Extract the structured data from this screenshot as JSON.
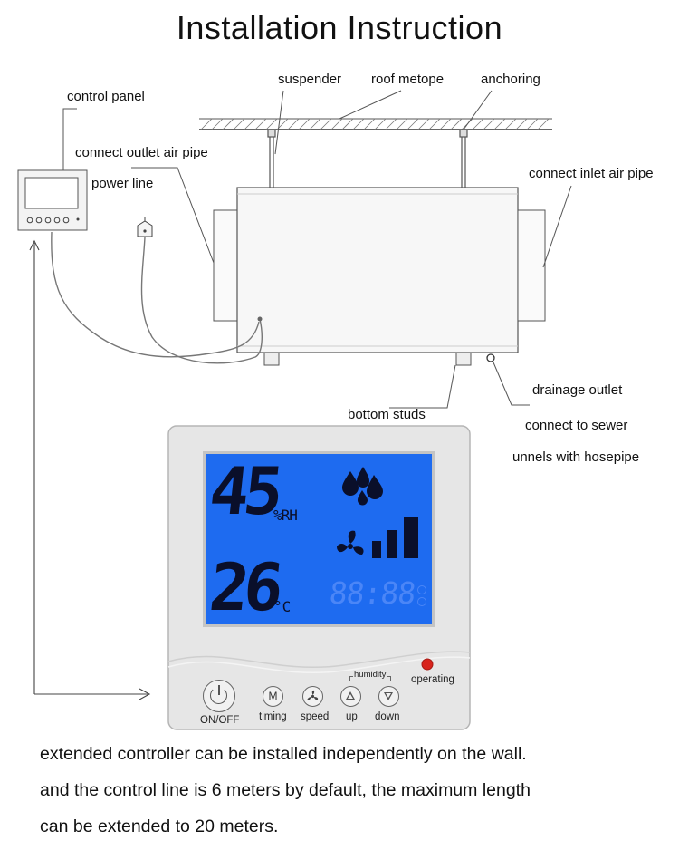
{
  "title": "Installation Instruction",
  "labels": {
    "control_panel": "control panel",
    "connect_outlet_air_pipe": "connect outlet air pipe",
    "power_line": "power line",
    "suspender": "suspender",
    "roof_metope": "roof metope",
    "anchoring": "anchoring",
    "connect_inlet_air_pipe": "connect inlet air pipe",
    "drainage_outlet": "drainage outlet",
    "connect_to_sewer": "connect to sewer",
    "unnels_with_hosepipe": "unnels with hosepipe",
    "bottom_studs": "bottom studs"
  },
  "display": {
    "humidity_value": "45",
    "humidity_unit": "%RH",
    "temperature_value": "26",
    "temperature_unit": "°C",
    "timer_placeholder": "88:88"
  },
  "buttons": {
    "on_off": "ON/OFF",
    "timing_icon_text": "M",
    "timing": "timing",
    "speed": "speed",
    "up": "up",
    "down": "down",
    "humidity_group": "humidity",
    "operating": "operating"
  },
  "notes": [
    "extended controller can be installed independently on the wall.",
    "and the control line is 6 meters by default, the maximum length",
    "can be extended to 20 meters."
  ],
  "colors": {
    "lcd_blue": "#1e6bf0",
    "lcd_segment": "#0a0f2a",
    "operating_led": "#d8231c",
    "panel_body": "#e6e6e6"
  }
}
